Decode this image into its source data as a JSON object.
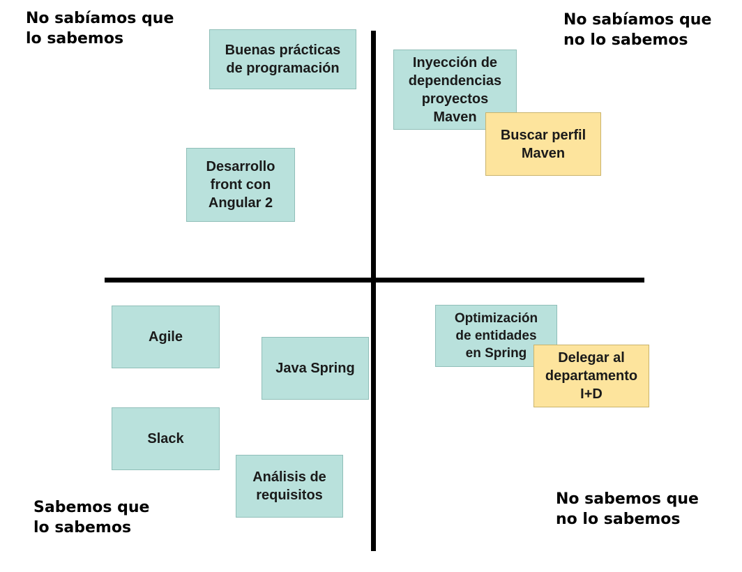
{
  "quadrants": {
    "top_left": "No sabíamos que\nlo sabemos",
    "top_right": "No sabíamos que\nno lo sabemos",
    "bottom_left": "Sabemos que\nlo sabemos",
    "bottom_right": "No sabemos que\nno lo sabemos"
  },
  "notes": {
    "buenas_practicas": "Buenas prácticas\nde programación",
    "desarrollo_front": "Desarrollo\nfront con\nAngular 2",
    "inyeccion": "Inyección de\ndependencias\nproyectos\nMaven",
    "buscar_perfil": "Buscar perfil\nMaven",
    "agile": "Agile",
    "java_spring": "Java Spring",
    "slack": "Slack",
    "analisis": "Análisis de\nrequisitos",
    "optimizacion": "Optimización\nde entidades\nen Spring",
    "delegar": "Delegar al\ndepartamento\nI+D"
  },
  "colors": {
    "teal_note": "#b9e1dc",
    "yellow_note": "#fde49d",
    "axis": "#000000"
  }
}
